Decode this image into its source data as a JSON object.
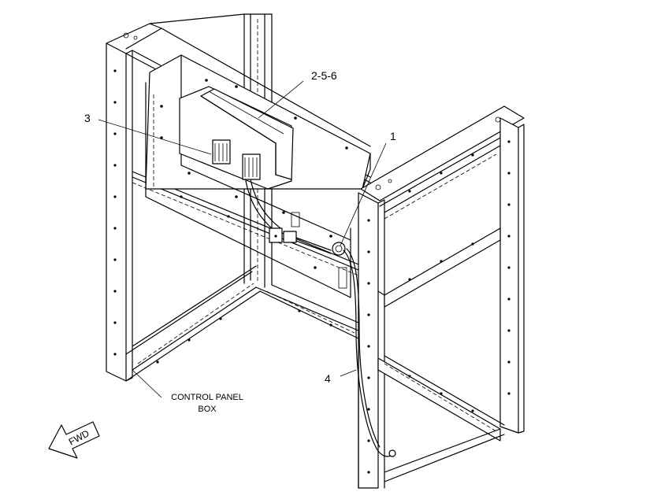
{
  "callouts": {
    "c1": "1",
    "c256": "2-5-6",
    "c3": "3",
    "c4": "4"
  },
  "note": {
    "line1": "CONTROL PANEL",
    "line2": "BOX"
  },
  "direction": {
    "label": "FWD",
    "icon": "forward-arrow-icon"
  }
}
